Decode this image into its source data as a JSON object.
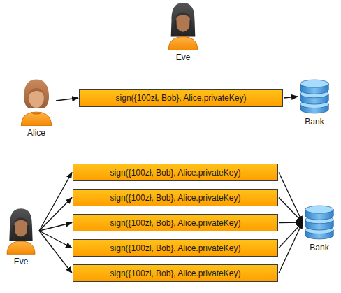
{
  "diagram": {
    "nodes": [
      {
        "text": [
          "Eve"
        ]
      },
      {
        "text": [
          "Alice"
        ]
      },
      {
        "text": [
          "sign({100zł, Bob}, Alice.privateKey)"
        ]
      },
      {
        "text": [
          "Bank"
        ]
      },
      {
        "text": [
          "Eve"
        ]
      },
      {
        "text": [
          "sign({100zł, Bob}, Alice.privateKey)"
        ]
      },
      {
        "text": [
          "sign({100zł, Bob}, Alice.privateKey)"
        ]
      },
      {
        "text": [
          "sign({100zł, Bob}, Alice.privateKey)"
        ]
      },
      {
        "text": [
          "sign({100zł, Bob}, Alice.privateKey)"
        ]
      },
      {
        "text": [
          "sign({100zł, Bob}, Alice.privateKey)"
        ]
      },
      {
        "text": [
          "Bank"
        ]
      }
    ],
    "edges": [
      {
        "from": 1,
        "to": 2,
        "arrow": "to"
      },
      {
        "from": 2,
        "to": 3,
        "arrow": "to"
      },
      {
        "from": 4,
        "to": 5,
        "arrow": "to"
      },
      {
        "from": 4,
        "to": 6,
        "arrow": "to"
      },
      {
        "from": 4,
        "to": 7,
        "arrow": "to"
      },
      {
        "from": 4,
        "to": 8,
        "arrow": "to"
      },
      {
        "from": 4,
        "to": 9,
        "arrow": "to"
      },
      {
        "from": 5,
        "to": 10,
        "arrow": "to"
      },
      {
        "from": 6,
        "to": 10,
        "arrow": "to"
      },
      {
        "from": 7,
        "to": 10,
        "arrow": "to"
      },
      {
        "from": 8,
        "to": 10,
        "arrow": "to"
      },
      {
        "from": 9,
        "to": 10,
        "arrow": "to"
      }
    ]
  }
}
